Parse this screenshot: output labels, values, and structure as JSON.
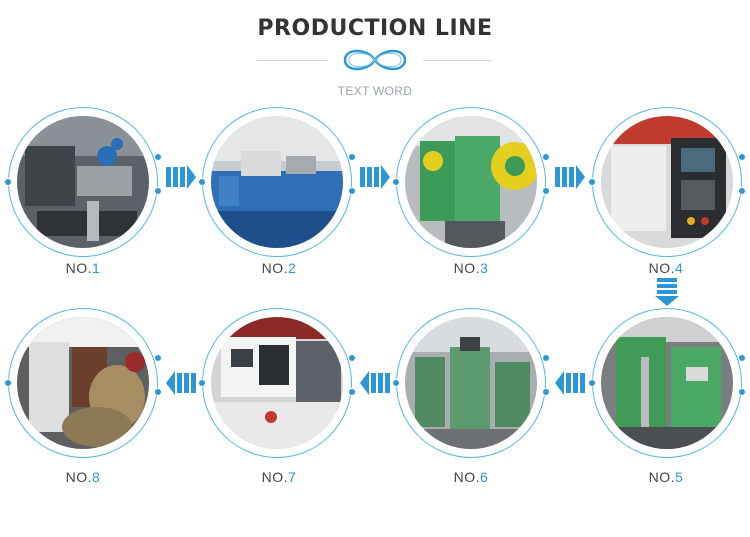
{
  "header": {
    "title": "PRODUCTION LINE",
    "subtitle": "TEXT WORD"
  },
  "colors": {
    "accent": "#2d97d6",
    "ring": "#56b6e0",
    "title": "#333333",
    "subtitle": "#9aa3ad"
  },
  "steps": [
    {
      "prefix": "NO.",
      "num": "1",
      "photo": "lathe-machine-closeup"
    },
    {
      "prefix": "NO.",
      "num": "2",
      "photo": "blue-lathe-bed"
    },
    {
      "prefix": "NO.",
      "num": "3",
      "photo": "green-punch-press"
    },
    {
      "prefix": "NO.",
      "num": "4",
      "photo": "cnc-control-panel"
    },
    {
      "prefix": "NO.",
      "num": "5",
      "photo": "green-forming-machine"
    },
    {
      "prefix": "NO.",
      "num": "6",
      "photo": "milling-machines-workshop"
    },
    {
      "prefix": "NO.",
      "num": "7",
      "photo": "cnc-lathe-machine"
    },
    {
      "prefix": "NO.",
      "num": "8",
      "photo": "packaging-area-sacks"
    }
  ],
  "arrows": [
    {
      "direction": "right",
      "icon": "triple-chevron-right-icon"
    },
    {
      "direction": "right",
      "icon": "triple-chevron-right-icon"
    },
    {
      "direction": "right",
      "icon": "triple-chevron-right-icon"
    },
    {
      "direction": "down",
      "icon": "triple-chevron-down-icon"
    },
    {
      "direction": "left",
      "icon": "triple-chevron-left-icon"
    },
    {
      "direction": "left",
      "icon": "triple-chevron-left-icon"
    },
    {
      "direction": "left",
      "icon": "triple-chevron-left-icon"
    }
  ]
}
